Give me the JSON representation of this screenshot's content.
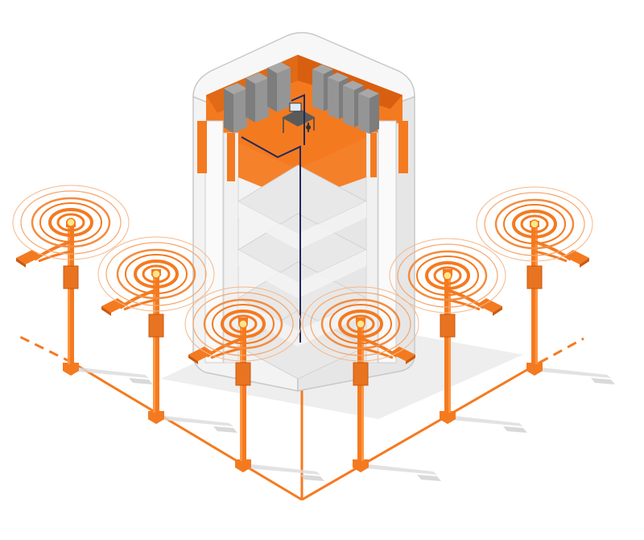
{
  "colors": {
    "accent": "#f47a20",
    "accent_dark": "#c85a10",
    "accent_light": "#ffb27a",
    "building_white": "#f4f4f4",
    "building_shade": "#dcdcdc",
    "building_edge": "#bdbdbd",
    "floor_gray": "#e9e9e9",
    "rack_gray": "#8a8a8a",
    "cable_navy": "#1f2a5c",
    "shadow": "#d4d4d4"
  },
  "icons": {
    "building": "data-center-building-icon",
    "rack": "server-rack-icon",
    "desk": "workstation-desk-icon",
    "pole": "smart-pole-icon",
    "signal": "wireless-signal-icon",
    "cable": "network-cable-icon"
  },
  "diagram": {
    "poles": [
      {
        "id": "left-1",
        "side": "left"
      },
      {
        "id": "left-2",
        "side": "left"
      },
      {
        "id": "left-3",
        "side": "left"
      },
      {
        "id": "right-1",
        "side": "right"
      },
      {
        "id": "right-2",
        "side": "right"
      },
      {
        "id": "right-3",
        "side": "right"
      }
    ],
    "rack_count_left": 3,
    "rack_count_right": 4
  }
}
